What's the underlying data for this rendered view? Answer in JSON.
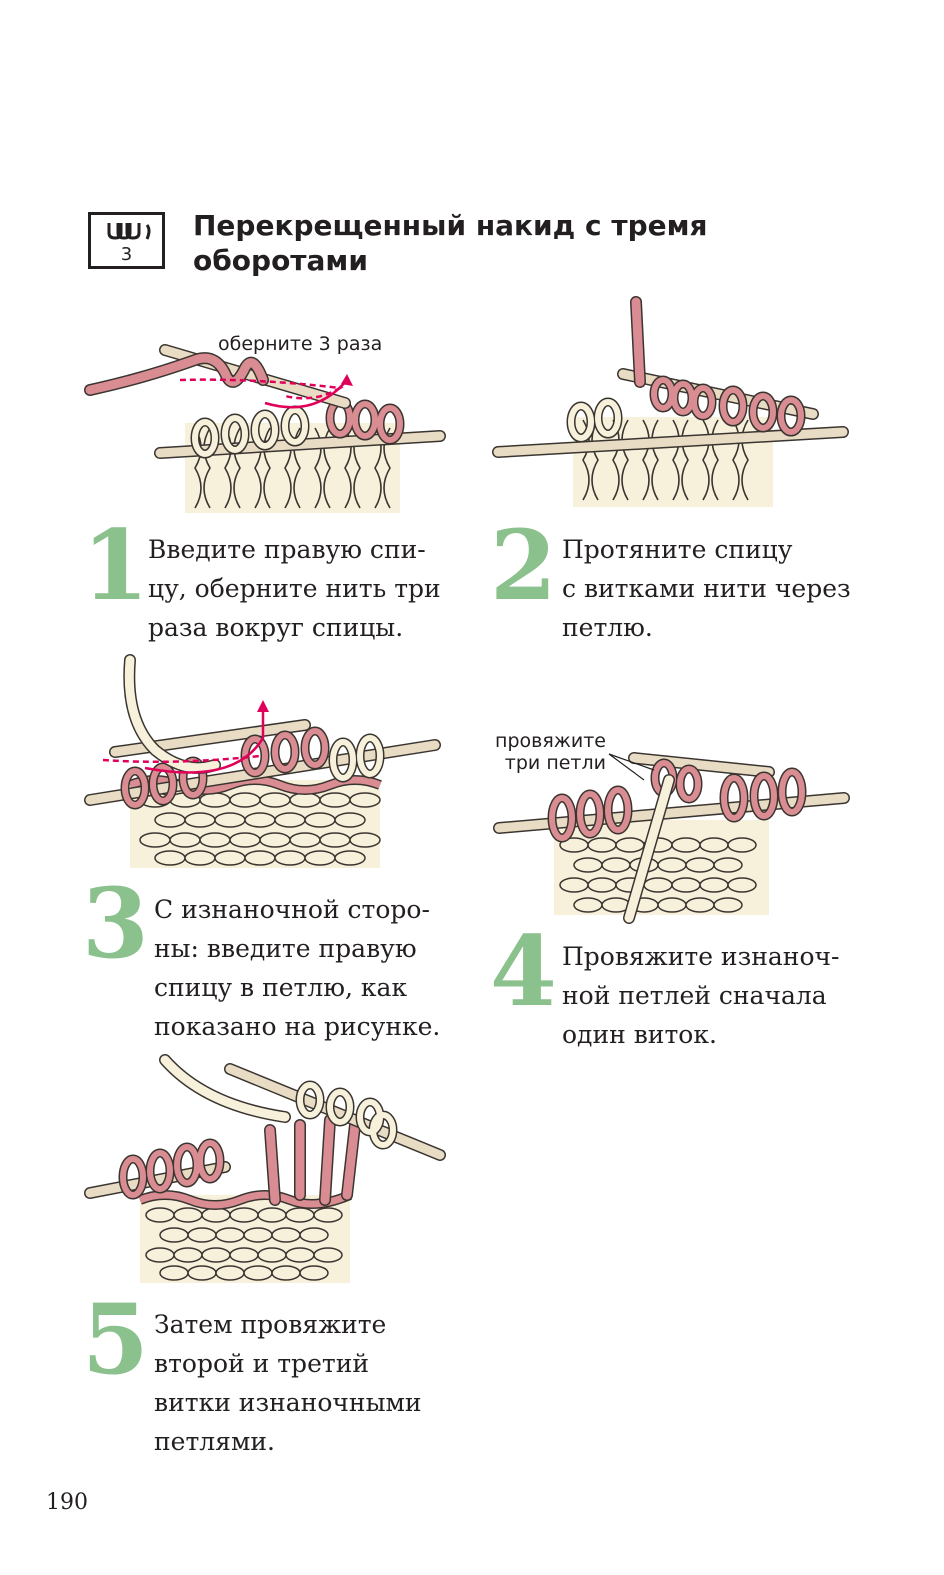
{
  "symbol": {
    "number": "3",
    "icon": "triple-wrap-loop-icon"
  },
  "title": {
    "line1": "Перекрещенный накид с тремя",
    "line2": "оборотами"
  },
  "steps": [
    {
      "number": "1",
      "lines": [
        "Введите правую спи-",
        "цу, оберните нить три",
        "раза вокруг спицы."
      ],
      "callout": [
        "оберните 3 раза"
      ]
    },
    {
      "number": "2",
      "lines": [
        "Протяните спицу",
        "с витками нити через",
        "петлю."
      ]
    },
    {
      "number": "3",
      "lines": [
        "С изнаночной сторо-",
        "ны: введите правую",
        "спицу в петлю, как",
        "показано на рисунке."
      ]
    },
    {
      "number": "4",
      "lines": [
        "Провяжите изнаноч-",
        "ной петлей сначала",
        "один виток."
      ],
      "callout": [
        "провяжите",
        "три петли"
      ]
    },
    {
      "number": "5",
      "lines": [
        "Затем провяжите",
        "второй и третий",
        "витки изнаночными",
        "петлями."
      ]
    }
  ],
  "page_number": "190",
  "colors": {
    "step_number": "#8ac18c",
    "yarn_pink": "#d98c92",
    "yarn_cream": "#f7f1dc",
    "arrow": "#e0005a",
    "needle": "#e9dcc5"
  }
}
